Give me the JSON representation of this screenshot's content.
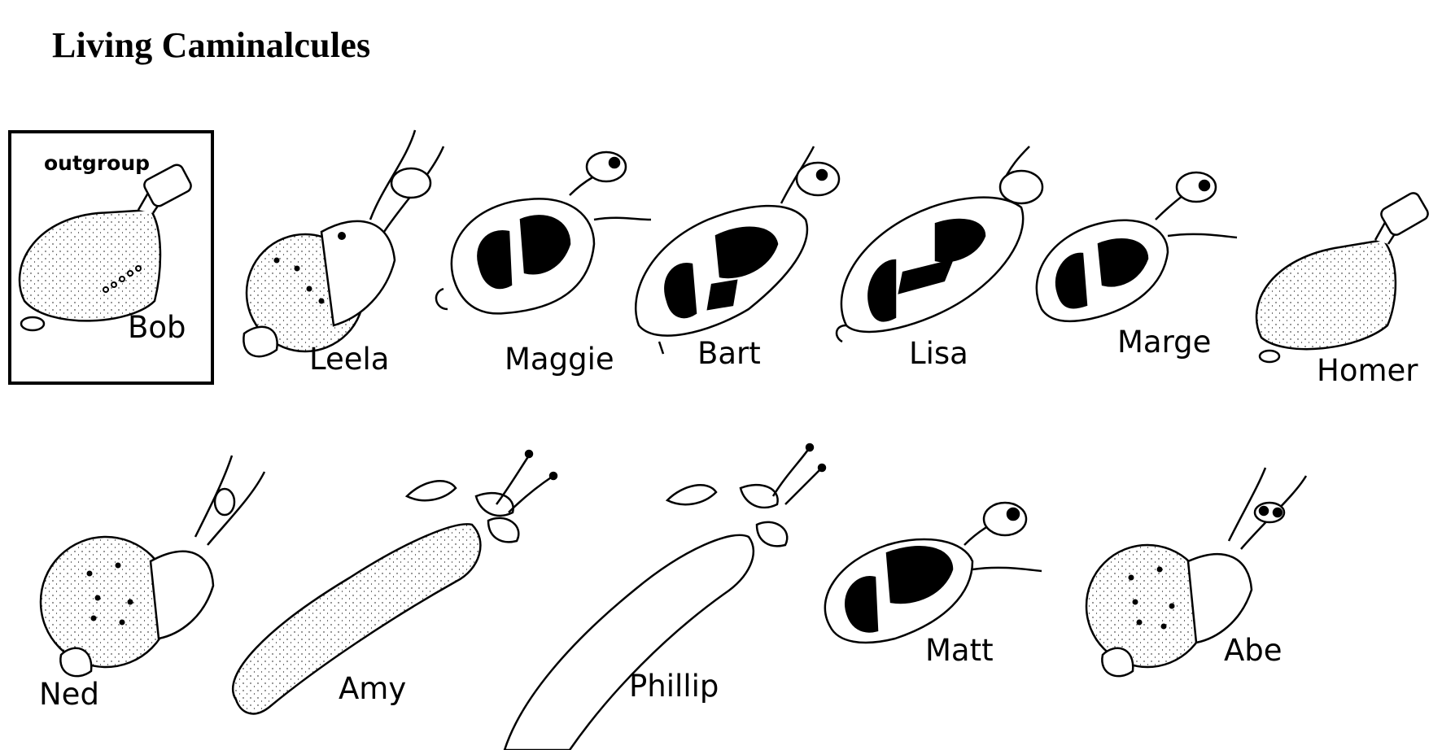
{
  "title": "Living Caminalcules",
  "outgroup": {
    "label": "outgroup"
  },
  "specimens": [
    {
      "name": "Bob"
    },
    {
      "name": "Leela"
    },
    {
      "name": "Maggie"
    },
    {
      "name": "Bart"
    },
    {
      "name": "Lisa"
    },
    {
      "name": "Marge"
    },
    {
      "name": "Homer"
    },
    {
      "name": "Ned"
    },
    {
      "name": "Amy"
    },
    {
      "name": "Phillip"
    },
    {
      "name": "Matt"
    },
    {
      "name": "Abe"
    }
  ]
}
